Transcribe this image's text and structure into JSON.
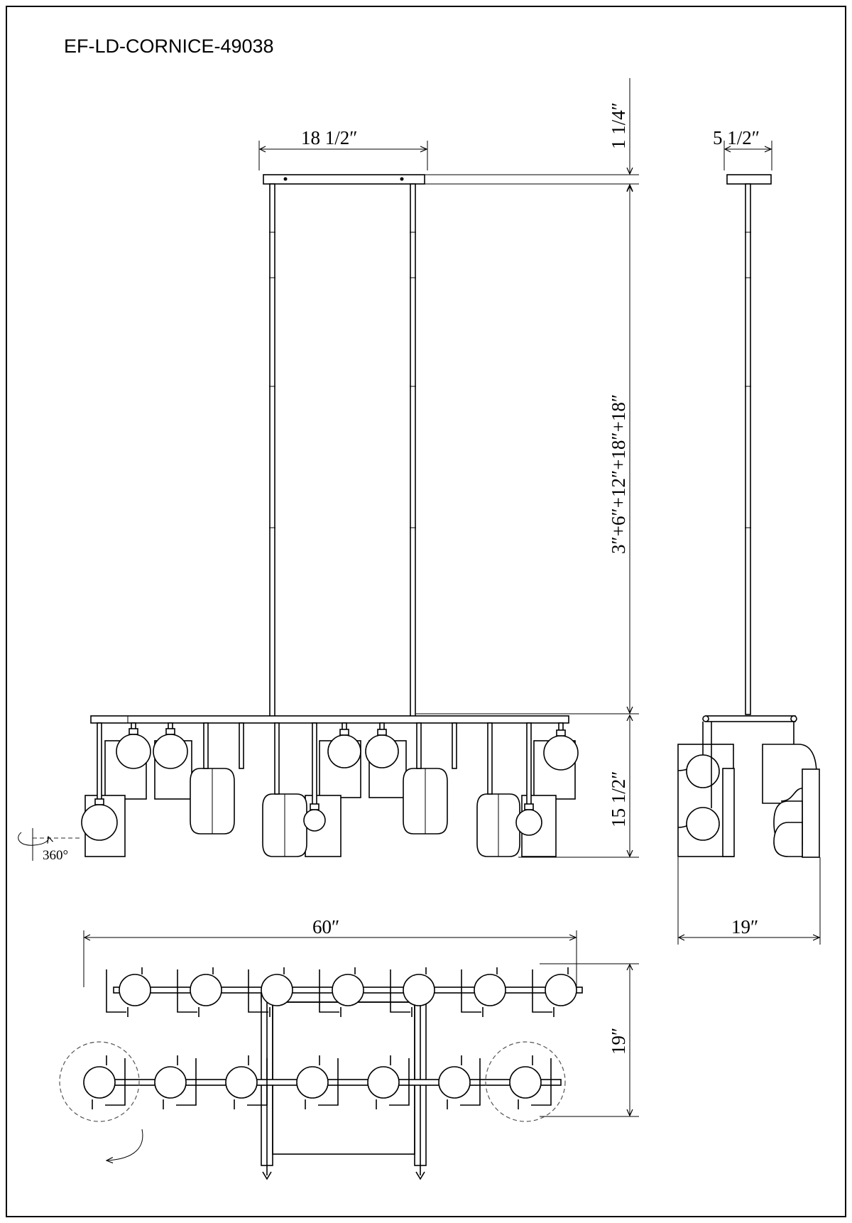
{
  "drawing": {
    "model": "EF-LD-CORNICE-49038",
    "dimensions": {
      "canopy_width": "18 1/2″",
      "canopy_height": "1 1/4″",
      "canopy_depth": "5 1/2″",
      "rod_lengths": "3″+6″+12″+18″+18″",
      "fixture_height": "15 1/2″",
      "side_width": "19″",
      "overall_length": "60″",
      "overall_depth": "19″"
    },
    "rotation_label": "360°"
  }
}
